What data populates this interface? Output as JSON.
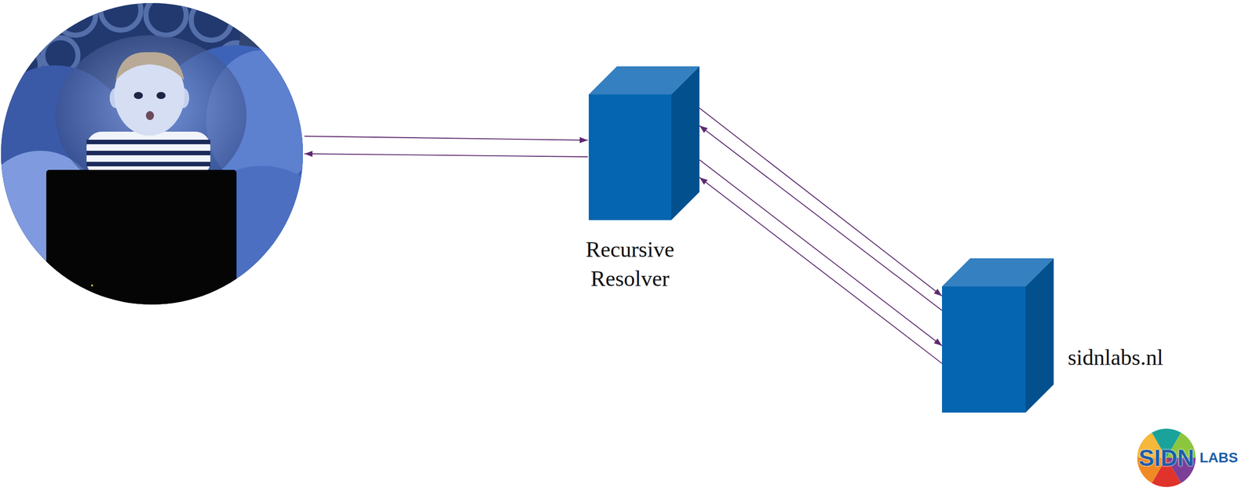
{
  "diagram": {
    "nodes": [
      {
        "text": [
          "Recursive Resolver"
        ]
      },
      {
        "text": [
          "sidnlabs.nl"
        ]
      }
    ],
    "edges": [
      {
        "from": 0,
        "to": 1,
        "arrow": "to"
      },
      {
        "from": 1,
        "to": 0,
        "arrow": "to"
      },
      {
        "from": 0,
        "to": 1,
        "arrow": "to"
      },
      {
        "from": 1,
        "to": 0,
        "arrow": "to"
      }
    ],
    "labels": [
      "SIDN",
      "LABS"
    ]
  }
}
